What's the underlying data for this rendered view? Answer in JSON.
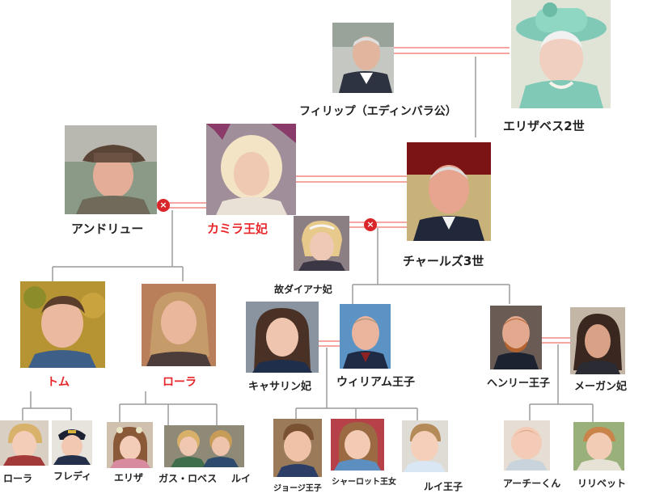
{
  "colors": {
    "highlight_name": "#e8262a",
    "marriage_line": "#f4a7a0",
    "tree_line": "#9a9a9a",
    "divorce_mark": "#d9262b"
  },
  "divorce_symbol": "×",
  "people": {
    "philip": "フィリップ（エディンバラ公）",
    "elizabeth": "エリザベス2世",
    "andrew": "アンドリュー",
    "camilla": "カミラ王妃",
    "charles": "チャールズ3世",
    "diana": "故ダイアナ妃",
    "tom": "トム",
    "laura": "ローラ",
    "catherine": "キャサリン妃",
    "william": "ウィリアム王子",
    "henry": "ヘンリー王子",
    "meghan": "メーガン妃",
    "lola": "ローラ",
    "freddie": "フレディ",
    "eliza": "エリザ",
    "gus_louis": "ガス・ロベス",
    "louie": "ルイ",
    "george": "ジョージ王子",
    "charlotte": "シャーロット王女",
    "louis": "ルイ王子",
    "archie": "アーチーくん",
    "lilibet": "リリベット"
  }
}
